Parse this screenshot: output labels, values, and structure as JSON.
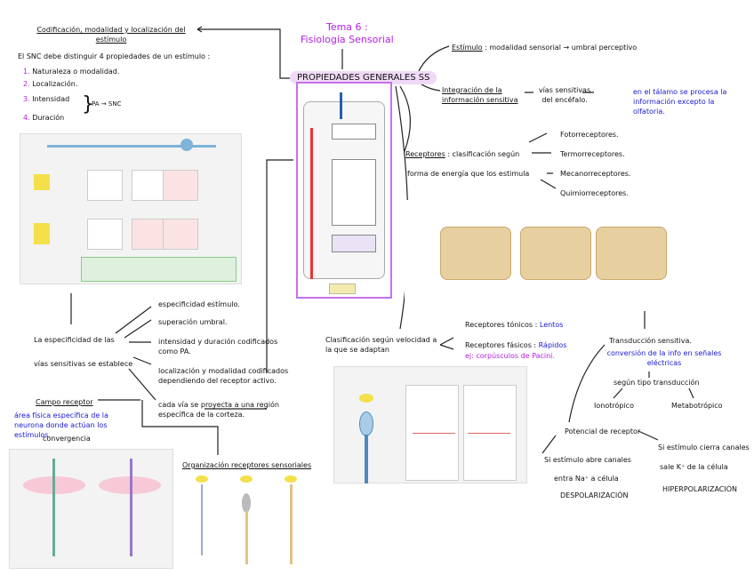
{
  "header": {
    "line1": "Tema 6 :",
    "line2": "Fisiología Sensorial"
  },
  "center": {
    "label": "PROPIEDADES GENERALES SS"
  },
  "codificacion": {
    "title": "Codificación, modalidad y localización del estímulo",
    "intro": "El SNC debe distinguir 4 propiedades de un estímulo :",
    "items": [
      {
        "num": "1.",
        "text": "Naturaleza o modalidad."
      },
      {
        "num": "2.",
        "text": "Localización."
      },
      {
        "num": "3.",
        "text": "Intensidad"
      },
      {
        "num": "4.",
        "text": "Duración"
      }
    ],
    "brace_note": "PA → SNC"
  },
  "estimulo": {
    "label": "Estímulo",
    "text": ": modalidad sensorial",
    "result": "umbral perceptivo"
  },
  "integracion": {
    "label": "Integración de la información sensitiva",
    "text": "vías sensitivas del encéfalo.",
    "note": "en el tálamo se procesa la información excepto la olfatoria."
  },
  "receptores": {
    "label": "Receptores",
    "text": ": clasificación según",
    "text2": "forma de energía que los estimula",
    "types": [
      "Fotorreceptores.",
      "Termorreceptores.",
      "Mecanorreceptores.",
      "Quimiorreceptores."
    ]
  },
  "especificidad": {
    "label1": "La especificidad de las",
    "label2": "vías sensitivas se establece",
    "items": [
      "especificidad estímulo.",
      "superación umbral.",
      "intensidad y duración codificados como PA.",
      "localización y modalidad codificados dependiendo del receptor activo.",
      "cada vía se proyecta a una región específica de la corteza."
    ]
  },
  "campo": {
    "label": "Campo receptor",
    "def": "área física específica de la neurona donde actúan los estímulos.",
    "next": "convergencia"
  },
  "organizacion": {
    "label": "Organización receptores sensoriales"
  },
  "adaptacion": {
    "label": "Clasificación según velocidad a la que se adaptan",
    "tonicos": "Receptores tónicos :",
    "tonicos_v": "Lentos",
    "fasicos": "Receptores fásicos :",
    "fasicos_v": "Rápidos",
    "fasicos_ej": "ej: corpúsculos de Pacini."
  },
  "transduccion": {
    "label": "Transducción sensitiva.",
    "def": "conversión de la info en señales eléctricas",
    "tipo": "según tipo transducción",
    "a": "Ionotrópico",
    "b": "Metabotrópico"
  },
  "potencial": {
    "label": "Potencial de receptor",
    "abre": [
      "Si estímulo abre canales",
      "entra Na⁺ a célula",
      "DESPOLARIZACIÓN"
    ],
    "cierra": [
      "Si estímulo cierra canales",
      "sale K⁺ de la célula",
      "HIPERPOLARIZACIÓN"
    ]
  },
  "colors": {
    "accent": "#b21ee0",
    "note": "#1a1ad0",
    "pill": "#f0d9f7"
  }
}
